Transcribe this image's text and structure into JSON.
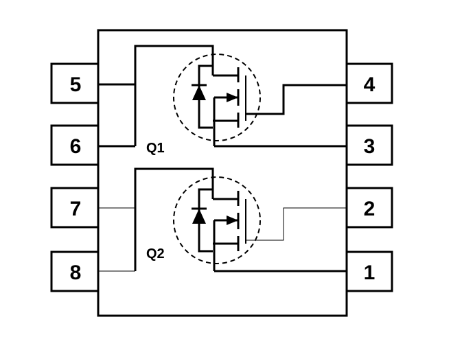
{
  "package": {
    "left_pins": [
      "5",
      "6",
      "7",
      "8"
    ],
    "right_pins": [
      "4",
      "3",
      "2",
      "1"
    ]
  },
  "transistors": [
    {
      "label": "Q1"
    },
    {
      "label": "Q2"
    }
  ]
}
